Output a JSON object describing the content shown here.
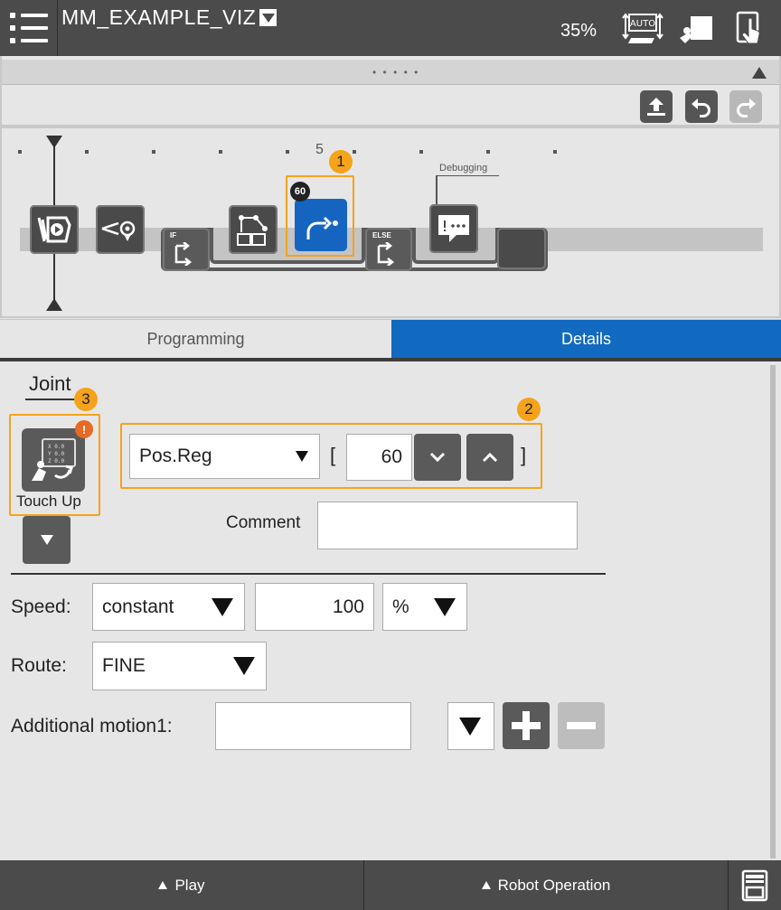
{
  "header": {
    "program_name": "MM_EXAMPLE_VIZ",
    "speed_override": "35%",
    "mode_icon": "auto-mode-icon",
    "colors": {
      "bar": "#4b4b4b",
      "accent": "#1169c0",
      "callout": "#f5a31a",
      "warning": "#e86a24"
    }
  },
  "timeline": {
    "ruler_number": "5",
    "active_node_badge": "60",
    "if_label": "IF",
    "else_label": "ELSE",
    "debug_label": "Debugging",
    "callouts": [
      "1",
      "2",
      "3"
    ]
  },
  "tabs": [
    {
      "label": "Programming",
      "active": false
    },
    {
      "label": "Details",
      "active": true
    }
  ],
  "details": {
    "section_title": "Joint",
    "touch_up_label": "Touch Up",
    "touch_up_warning": "!",
    "position_type": "Pos.Reg",
    "open_bracket": "[",
    "register_number": "60",
    "close_bracket": "]",
    "comment_label": "Comment",
    "comment_value": "",
    "speed_label": "Speed:",
    "speed_type": "constant",
    "speed_value": "100",
    "speed_unit": "%",
    "route_label": "Route:",
    "route_value": "FINE",
    "additional_motion_label": "Additional motion1:",
    "additional_motion_value": ""
  },
  "footer": {
    "play_label": "Play",
    "robot_operation_label": "Robot Operation"
  }
}
